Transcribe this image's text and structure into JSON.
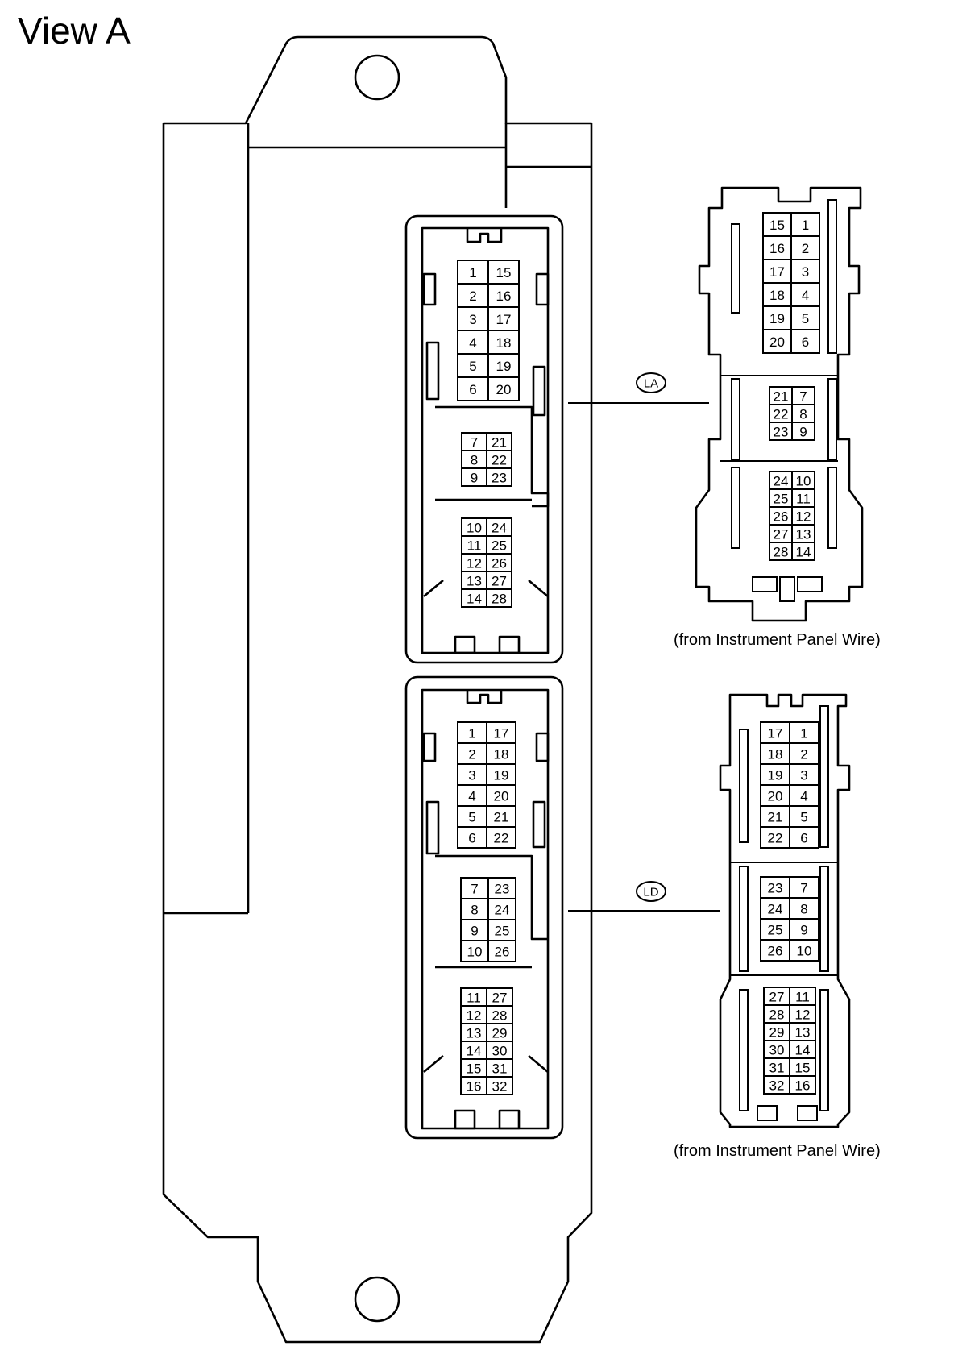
{
  "title": "View A",
  "connectors": [
    {
      "code": "LA",
      "caption": "(from Instrument Panel Wire)",
      "ecu_side": [
        [
          [
            "1",
            "15"
          ],
          [
            "2",
            "16"
          ],
          [
            "3",
            "17"
          ],
          [
            "4",
            "18"
          ],
          [
            "5",
            "19"
          ],
          [
            "6",
            "20"
          ]
        ],
        [
          [
            "7",
            "21"
          ],
          [
            "8",
            "22"
          ],
          [
            "9",
            "23"
          ]
        ],
        [
          [
            "10",
            "24"
          ],
          [
            "11",
            "25"
          ],
          [
            "12",
            "26"
          ],
          [
            "13",
            "27"
          ],
          [
            "14",
            "28"
          ]
        ]
      ],
      "harness_side": [
        [
          [
            "15",
            "1"
          ],
          [
            "16",
            "2"
          ],
          [
            "17",
            "3"
          ],
          [
            "18",
            "4"
          ],
          [
            "19",
            "5"
          ],
          [
            "20",
            "6"
          ]
        ],
        [
          [
            "21",
            "7"
          ],
          [
            "22",
            "8"
          ],
          [
            "23",
            "9"
          ]
        ],
        [
          [
            "24",
            "10"
          ],
          [
            "25",
            "11"
          ],
          [
            "26",
            "12"
          ],
          [
            "27",
            "13"
          ],
          [
            "28",
            "14"
          ]
        ]
      ]
    },
    {
      "code": "LD",
      "caption": "(from Instrument Panel Wire)",
      "ecu_side": [
        [
          [
            "1",
            "17"
          ],
          [
            "2",
            "18"
          ],
          [
            "3",
            "19"
          ],
          [
            "4",
            "20"
          ],
          [
            "5",
            "21"
          ],
          [
            "6",
            "22"
          ]
        ],
        [
          [
            "7",
            "23"
          ],
          [
            "8",
            "24"
          ],
          [
            "9",
            "25"
          ],
          [
            "10",
            "26"
          ]
        ],
        [
          [
            "11",
            "27"
          ],
          [
            "12",
            "28"
          ],
          [
            "13",
            "29"
          ],
          [
            "14",
            "30"
          ],
          [
            "15",
            "31"
          ],
          [
            "16",
            "32"
          ]
        ]
      ],
      "harness_side": [
        [
          [
            "17",
            "1"
          ],
          [
            "18",
            "2"
          ],
          [
            "19",
            "3"
          ],
          [
            "20",
            "4"
          ],
          [
            "21",
            "5"
          ],
          [
            "22",
            "6"
          ]
        ],
        [
          [
            "23",
            "7"
          ],
          [
            "24",
            "8"
          ],
          [
            "25",
            "9"
          ],
          [
            "26",
            "10"
          ]
        ],
        [
          [
            "27",
            "11"
          ],
          [
            "28",
            "12"
          ],
          [
            "29",
            "13"
          ],
          [
            "30",
            "14"
          ],
          [
            "31",
            "15"
          ],
          [
            "32",
            "16"
          ]
        ]
      ]
    }
  ]
}
